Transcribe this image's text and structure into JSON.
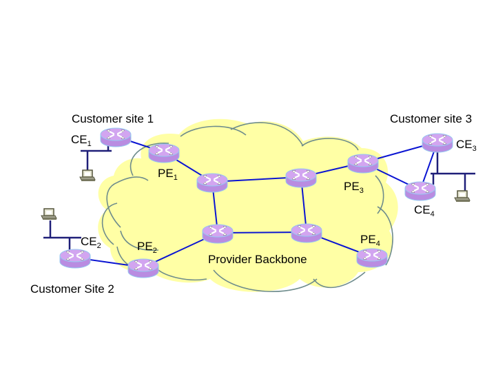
{
  "diagram": {
    "title": "Provider Backbone",
    "colors": {
      "cloud_fill": "#FFFFA5",
      "cloud_outline": "#6E8C8C",
      "link": "#0A14D2",
      "lan": "#1E1E78",
      "router_top": "#D2A5F0",
      "router_side": "#B98CE1",
      "router_edge": "#96C8F0"
    },
    "sites": [
      {
        "id": "site1",
        "label": "Customer site 1"
      },
      {
        "id": "site2",
        "label": "Customer Site 2"
      },
      {
        "id": "site3",
        "label": "Customer site 3"
      }
    ],
    "routers": [
      {
        "id": "ce1",
        "base": "CE",
        "sub": "1",
        "role": "customer-edge"
      },
      {
        "id": "ce2",
        "base": "CE",
        "sub": "2",
        "role": "customer-edge"
      },
      {
        "id": "ce3",
        "base": "CE",
        "sub": "3",
        "role": "customer-edge"
      },
      {
        "id": "ce4",
        "base": "CE",
        "sub": "4",
        "role": "customer-edge"
      },
      {
        "id": "pe1",
        "base": "PE",
        "sub": "1",
        "role": "provider-edge"
      },
      {
        "id": "pe2",
        "base": "PE",
        "sub": "2",
        "role": "provider-edge"
      },
      {
        "id": "pe3",
        "base": "PE",
        "sub": "3",
        "role": "provider-edge"
      },
      {
        "id": "pe4",
        "base": "PE",
        "sub": "4",
        "role": "provider-edge"
      },
      {
        "id": "p1",
        "base": "",
        "sub": "",
        "role": "provider-core"
      },
      {
        "id": "p2",
        "base": "",
        "sub": "",
        "role": "provider-core"
      },
      {
        "id": "p3",
        "base": "",
        "sub": "",
        "role": "provider-core"
      },
      {
        "id": "p4",
        "base": "",
        "sub": "",
        "role": "provider-core"
      }
    ],
    "links": [
      [
        "ce1",
        "pe1"
      ],
      [
        "pe1",
        "p1"
      ],
      [
        "p1",
        "p2"
      ],
      [
        "p2",
        "pe3"
      ],
      [
        "pe3",
        "ce3"
      ],
      [
        "pe3",
        "ce4"
      ],
      [
        "ce3",
        "ce4"
      ],
      [
        "p1",
        "p3"
      ],
      [
        "p2",
        "p4"
      ],
      [
        "p3",
        "p4"
      ],
      [
        "p4",
        "pe4"
      ],
      [
        "p3",
        "pe2"
      ],
      [
        "pe2",
        "ce2"
      ]
    ],
    "hosts": [
      {
        "id": "host1",
        "site": "site1"
      },
      {
        "id": "host2",
        "site": "site2"
      },
      {
        "id": "host3",
        "site": "site3"
      }
    ]
  }
}
